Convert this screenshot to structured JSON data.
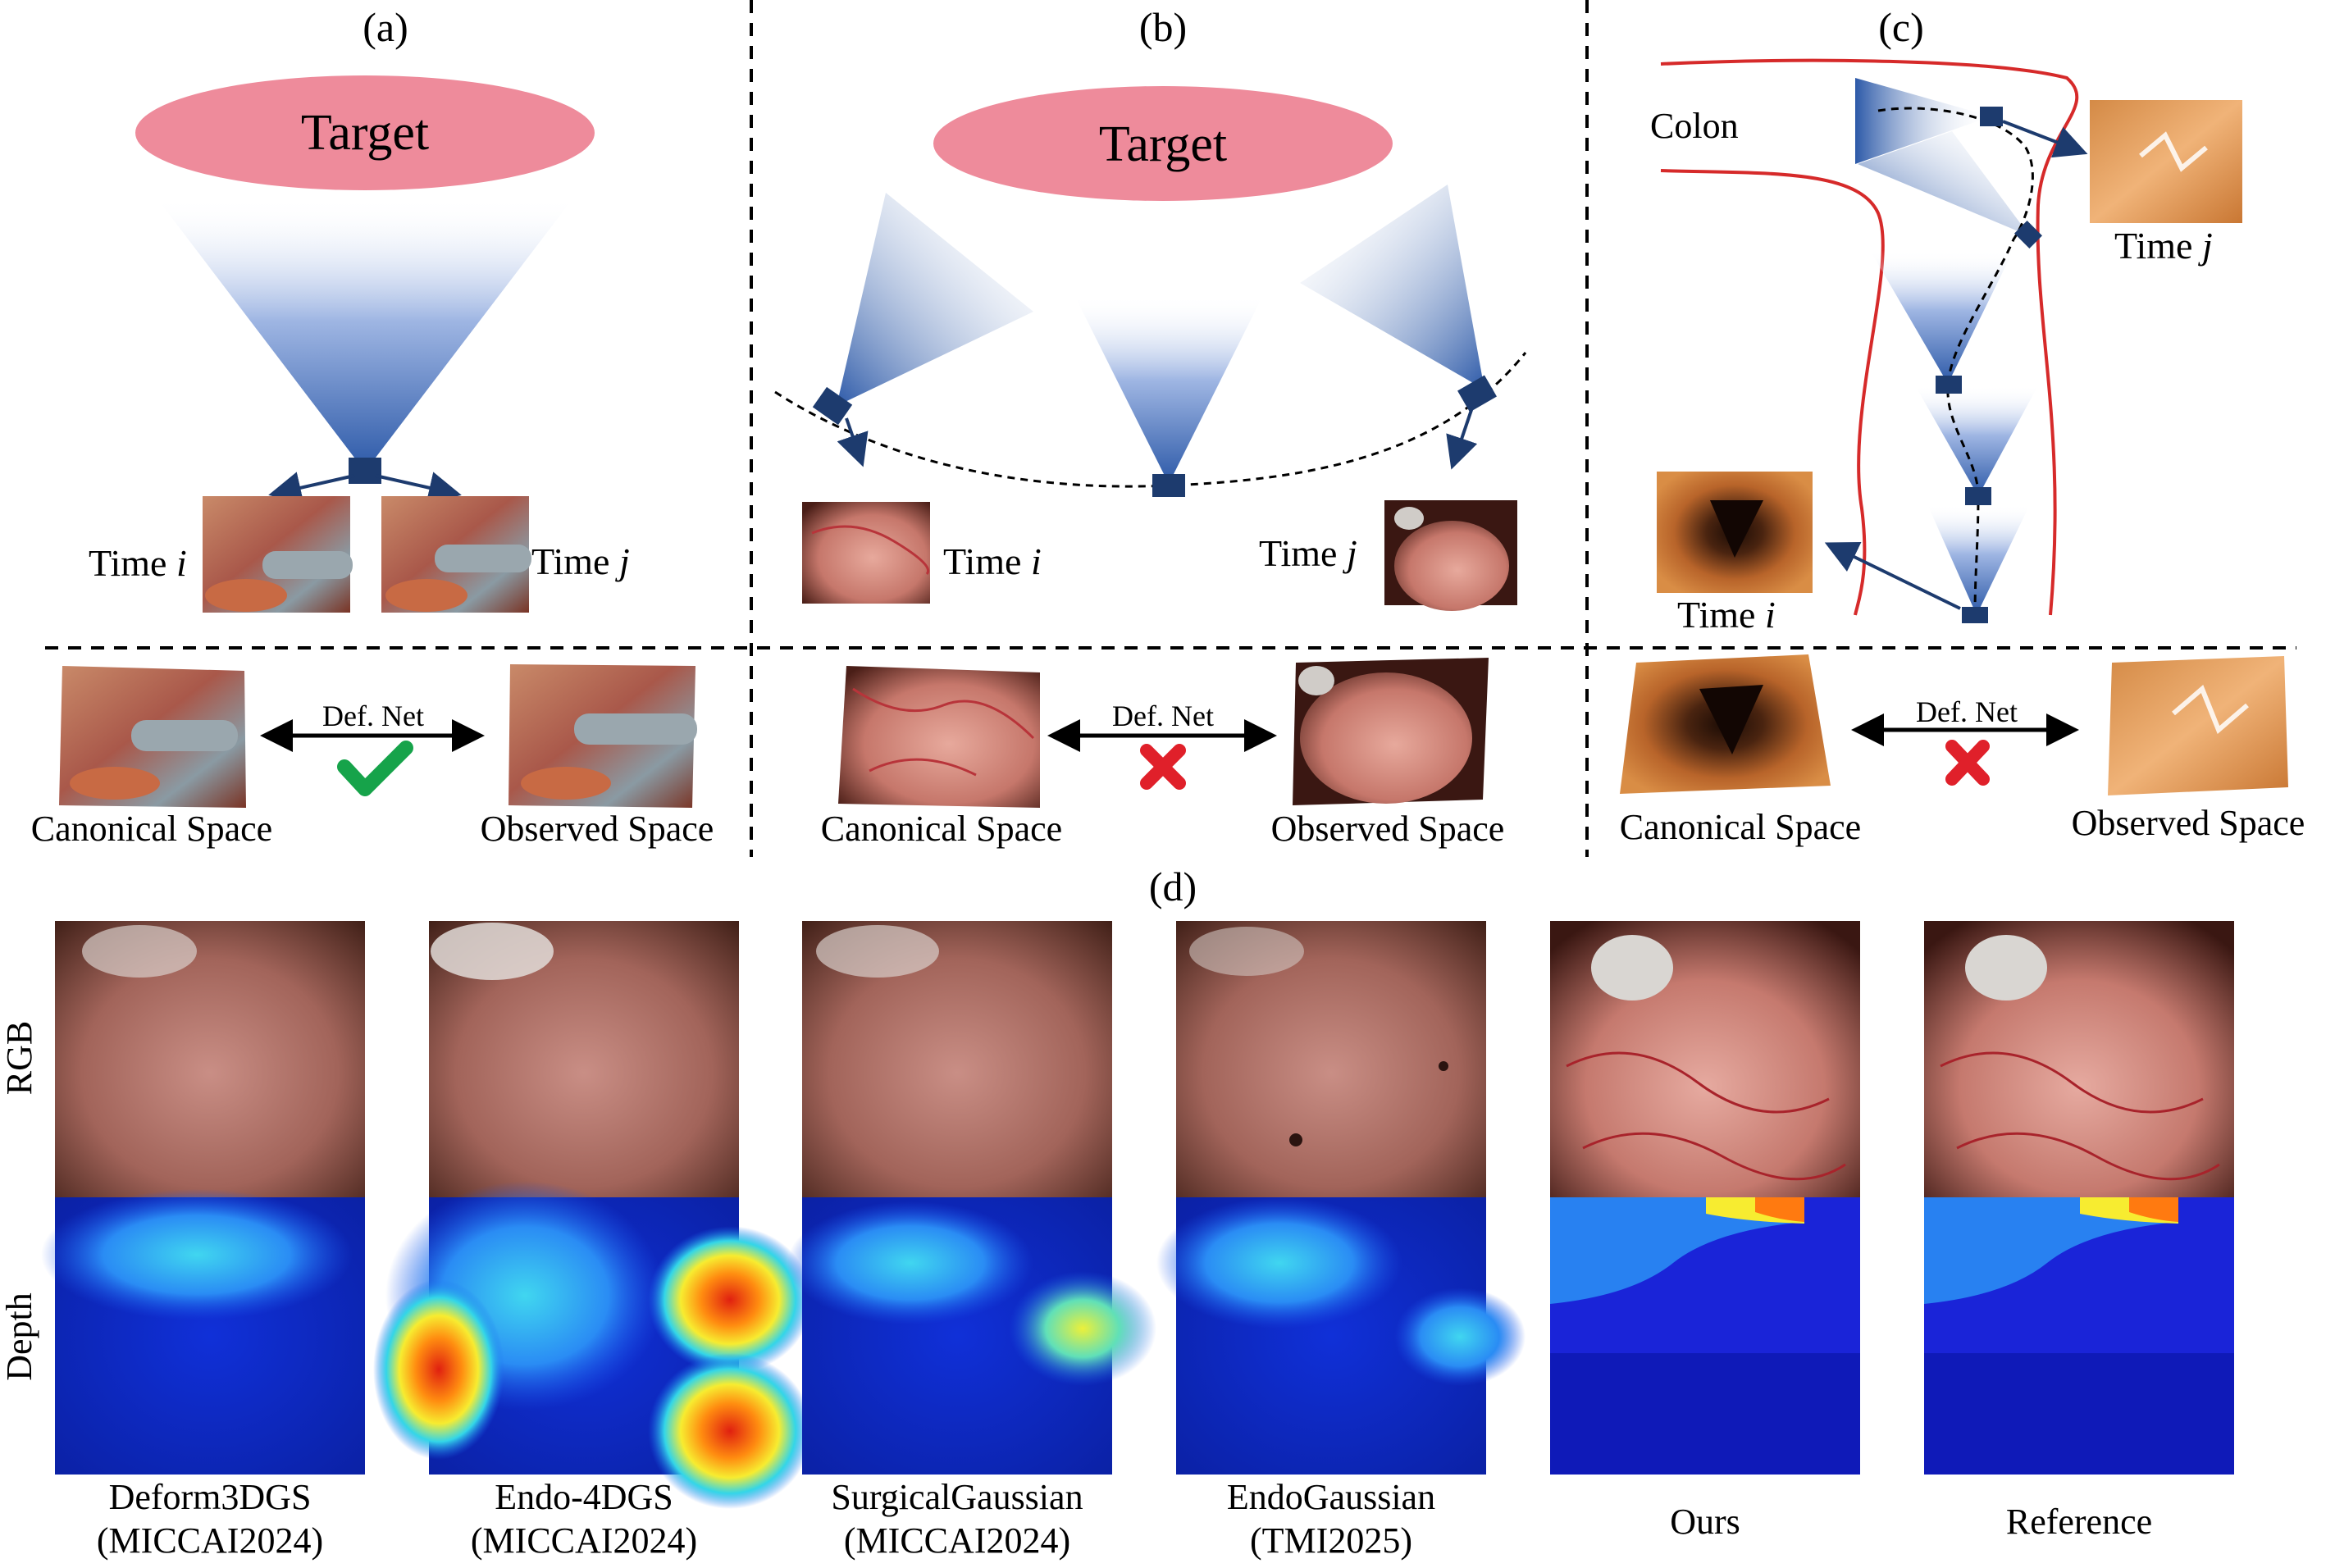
{
  "panel_a": {
    "label": "(a)",
    "target": "Target",
    "time_i": "Time ",
    "time_j": "Time ",
    "i": "i",
    "j": "j",
    "def_net": "Def. Net",
    "canonical": "Canonical Space",
    "observed": "Observed Space",
    "result": "check-icon"
  },
  "panel_b": {
    "label": "(b)",
    "target": "Target",
    "time_i": "Time ",
    "time_j": "Time ",
    "i": "i",
    "j": "j",
    "def_net": "Def. Net",
    "canonical": "Canonical Space",
    "observed": "Observed Space",
    "result": "cross-icon"
  },
  "panel_c": {
    "label": "(c)",
    "colon": "Colon",
    "time_i": "Time ",
    "time_j": "Time ",
    "i": "i",
    "j": "j",
    "def_net": "Def. Net",
    "canonical": "Canonical Space",
    "observed": "Observed Space",
    "result": "cross-icon"
  },
  "panel_d": {
    "label": "(d)",
    "row_labels": [
      "RGB",
      "Depth"
    ],
    "methods": [
      {
        "name": "Deform3DGS",
        "venue": "(MICCAI2024)"
      },
      {
        "name": "Endo-4DGS",
        "venue": "(MICCAI2024)"
      },
      {
        "name": "SurgicalGaussian",
        "venue": "(MICCAI2024)"
      },
      {
        "name": "EndoGaussian",
        "venue": "(TMI2025)"
      },
      {
        "name": "Ours",
        "venue": ""
      },
      {
        "name": "Reference",
        "venue": ""
      }
    ]
  },
  "colors": {
    "target_fill": "#ee8b9b",
    "camera": "#1d3b6e",
    "cone_top": "#2f5fb0",
    "colon_wall": "#d62a2a",
    "check": "#16a34a",
    "cross": "#e0202a"
  }
}
